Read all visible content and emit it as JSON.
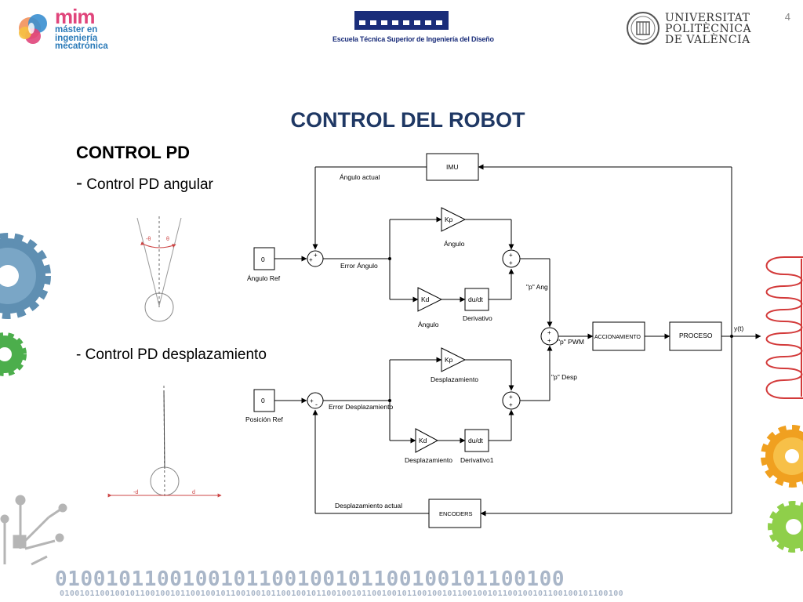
{
  "header": {
    "slide_number": "4",
    "mim_logo": {
      "big": "mim",
      "line1": "máster en",
      "line2": "ingeniería",
      "line3": "mecatrónica"
    },
    "etsid_logo": {
      "caption": "Escuela Técnica Superior de Ingeniería del Diseño"
    },
    "upv_logo": {
      "line1": "UNIVERSITAT",
      "line2": "POLITÈCNICA",
      "line3": "DE VALÈNCIA"
    }
  },
  "slide": {
    "title": "CONTROL DEL ROBOT",
    "section": "CONTROL PD",
    "bullet_angular_dash": "-",
    "bullet_angular": " Control PD angular",
    "bullet_desp": "- Control PD desplazamiento"
  },
  "sketch_angular": {
    "neg_theta": "-θ",
    "theta": "θ"
  },
  "sketch_desp": {
    "neg_d": "-d",
    "d": "d"
  },
  "diagram": {
    "blocks": {
      "imu": "IMU",
      "const_ang": "0",
      "const_pos": "0",
      "kp_ang": "Kp",
      "kd_ang": "Kd",
      "dudt_ang": "du/dt",
      "kp_desp": "Kp",
      "kd_desp": "Kd",
      "dudt_desp": "du/dt",
      "accionamiento": "ACCIONAMIENTO",
      "proceso": "PROCESO",
      "encoders": "ENCODERS"
    },
    "labels": {
      "angulo_actual": "Ángulo actual",
      "angulo_ref": "Ángulo Ref",
      "error_angulo": "Error Ángulo",
      "kp_ang_caption": "Ángulo",
      "kd_ang_caption": "Ángulo",
      "derivativo": "Derivativo",
      "p_ang": "\"p\" Ang",
      "p_pwm": "\"p\" PWM",
      "p_desp": "\"p\" Desp",
      "y_t": "y(t)",
      "posicion_ref": "Posición Ref",
      "error_desp": "Error Desplazamiento",
      "kp_desp_caption": "Desplazamiento",
      "kd_desp_caption": "Desplazamiento",
      "derivativo1": "Derivativo1",
      "desp_actual": "Desplazamiento actual"
    },
    "signs": {
      "plus": "+",
      "minus": "-"
    }
  },
  "footer": {
    "binary_big": "0100101100100101100100101100100101100100",
    "binary_small": "0100101100100101100100101100100101100100101100100101100100101100100101100100101100100101100100101100100101100100"
  },
  "colors": {
    "title_blue": "#1f3864",
    "gear_blue": "#5f8fb2",
    "gear_green": "#4cae4c",
    "gear_orange": "#f0a020",
    "gear_lightgreen": "#8fcf4a",
    "coil_red": "#d33a3a",
    "binary_grey": "#a9b6c8"
  }
}
